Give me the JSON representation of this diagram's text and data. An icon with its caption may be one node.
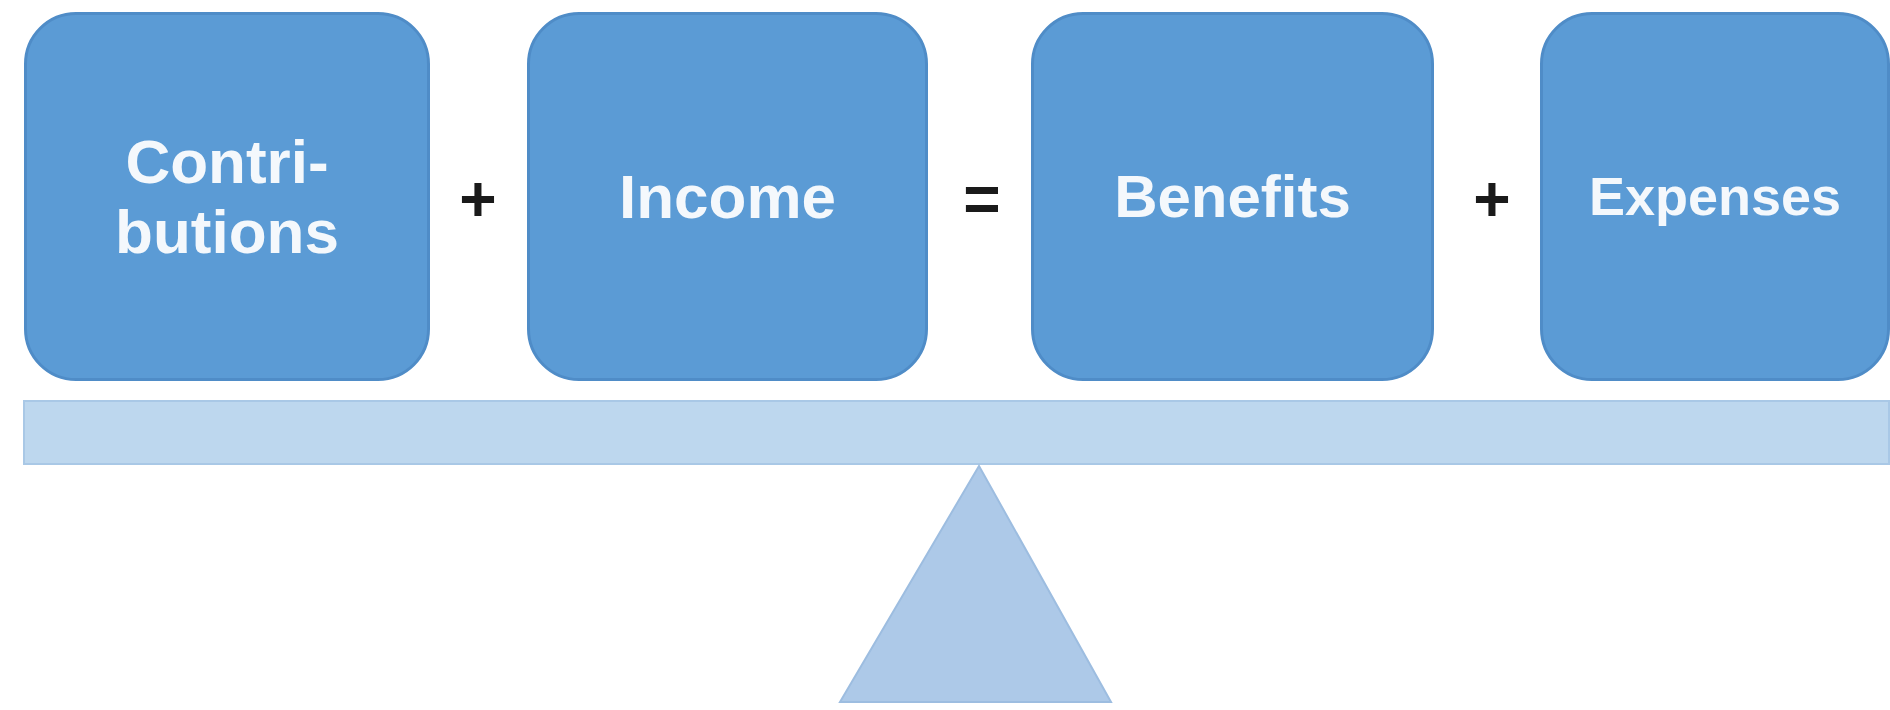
{
  "diagram": {
    "nodes": [
      {
        "text": [
          "Contri- butions"
        ]
      },
      {
        "text": [
          "Income"
        ]
      },
      {
        "text": [
          "Benefits"
        ]
      },
      {
        "text": [
          "Expenses"
        ]
      }
    ],
    "labels": [
      "+",
      "=",
      "+"
    ]
  }
}
